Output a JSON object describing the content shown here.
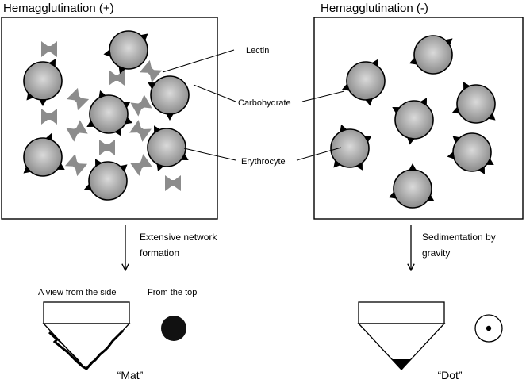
{
  "panels": {
    "positive": {
      "title": "Hemagglutination (+)"
    },
    "negative": {
      "title": "Hemagglutination (-)"
    }
  },
  "callouts": {
    "lectin": "Lectin",
    "carbohydrate": "Carbohydrate",
    "erythrocyte": "Erythrocyte"
  },
  "process": {
    "positive_line1": "Extensive network",
    "positive_line2": "formation",
    "negative_line1": "Sedimentation by",
    "negative_line2": "gravity"
  },
  "views": {
    "side": "A view from the side",
    "top": "From the top"
  },
  "results": {
    "positive": "“Mat”",
    "negative": "“Dot”"
  },
  "colors": {
    "cell_center": "#dadada",
    "cell_edge": "#8a8a8a",
    "lectin": "#8c8c8c",
    "outline": "#000000"
  }
}
